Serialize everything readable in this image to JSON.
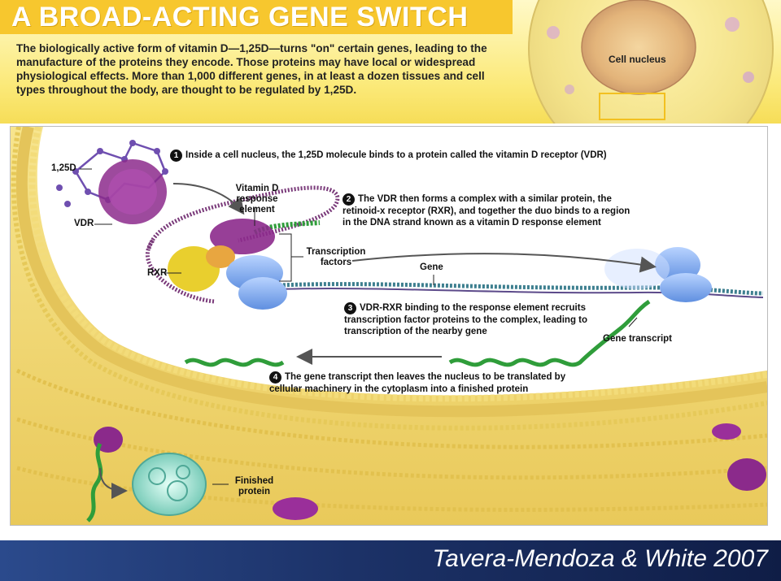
{
  "header": {
    "title": "A BROAD-ACTING GENE SWITCH",
    "intro": "The biologically active form of vitamin D—1,25D—turns \"on\" certain genes, leading to the manufacture of the proteins they encode. Those proteins may have local or widespread physiological effects. More than 1,000 different genes, in at least a dozen tissues and cell types throughout the body, are thought to be regulated by 1,25D.",
    "cell_nucleus_label": "Cell nucleus"
  },
  "labels": {
    "d125": "1,25D",
    "vdr": "VDR",
    "rxr": "RXR",
    "vdre": "Vitamin D response element",
    "transcription_factors": "Transcription factors",
    "gene": "Gene",
    "gene_transcript": "Gene transcript",
    "finished_protein": "Finished protein"
  },
  "steps": [
    {
      "num": "1",
      "text": "Inside a cell nucleus, the 1,25D molecule binds to a protein called the vitamin D receptor (VDR)"
    },
    {
      "num": "2",
      "text": "The VDR then forms a complex with a similar protein, the retinoid-x receptor (RXR), and together the duo binds to a region in the DNA strand known as a vitamin D response element"
    },
    {
      "num": "3",
      "text": "VDR-RXR binding to the response element recruits transcription factor proteins to the complex, leading to transcription of the nearby gene"
    },
    {
      "num": "4",
      "text": "The gene transcript then leaves the nucleus to be translated by cellular machinery in the cytoplasm into a finished protein"
    }
  ],
  "footer": {
    "credit": "Tavera-Mendoza & White 2007"
  },
  "colors": {
    "title_bar": "#f7c72e",
    "dna": "#3d7f8f",
    "rna": "#2f9d3a",
    "vdr": "#8c2a8c",
    "rxr": "#e9cf2e",
    "tf": "#7aa8e8",
    "footer": "#1c3268"
  }
}
